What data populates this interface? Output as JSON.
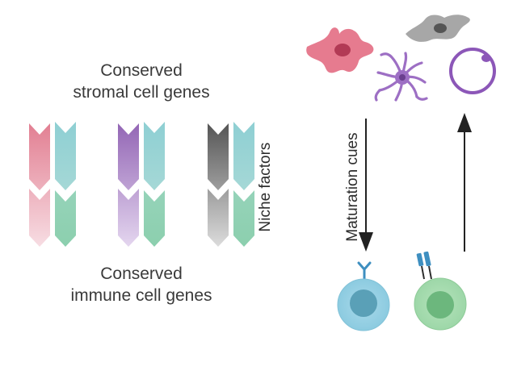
{
  "labels": {
    "stromal_line1": "Conserved",
    "stromal_line2": "stromal cell genes",
    "immune_line1": "Conserved",
    "immune_line2": "immune cell genes",
    "niche_factors": "Niche factors",
    "maturation_cues": "Maturation cues"
  },
  "colors": {
    "pink": "#e27f92",
    "purple": "#9366b5",
    "gray": "#5e5e5e",
    "teal": "#8ecfd3",
    "mint": "#8fd1b0",
    "stromal_pink": "#e67b8f",
    "stromal_gray": "#a9a9a9",
    "dendritic_purple": "#9d6fc4",
    "ring_purple": "#8c57b8",
    "cell_blue": "#8ecbe0",
    "cell_green": "#9fd8a9",
    "receptor_blue": "#3e8fc0",
    "arrow": "#222222",
    "text": "#3a3a3a"
  },
  "icons": [
    "stromal-cell-pink",
    "stromal-cell-gray",
    "dendritic-cell",
    "ring-cell",
    "immune-cell-blue",
    "immune-cell-green",
    "y-receptor",
    "tcr-receptor"
  ]
}
